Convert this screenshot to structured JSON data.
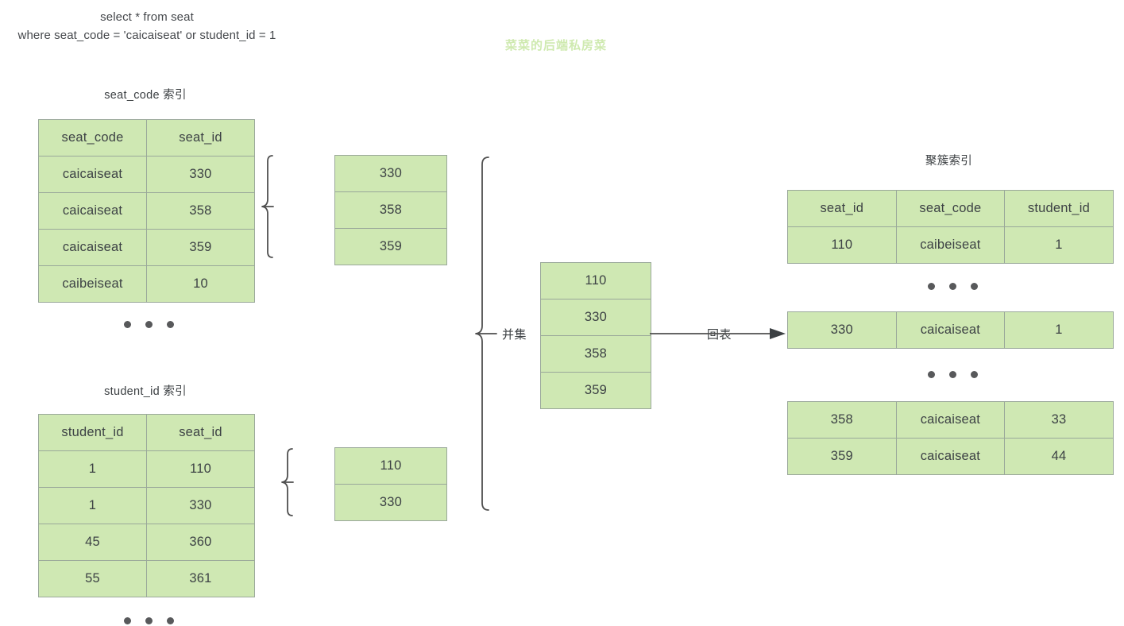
{
  "sql": {
    "line1": "select * from seat",
    "line2": "where seat_code = 'caicaiseat' or student_id = 1"
  },
  "watermark": "菜菜的后端私房菜",
  "colors": {
    "cell_fill": "#cfe8b3",
    "cell_border": "#9aa89a",
    "text": "#3c4043",
    "watermark": "#cfeab0",
    "dot": "#58595b",
    "connector": "#5a5a5a"
  },
  "seat_code_index": {
    "title": "seat_code 索引",
    "headers": [
      "seat_code",
      "seat_id"
    ],
    "rows": [
      [
        "caicaiseat",
        "330"
      ],
      [
        "caicaiseat",
        "358"
      ],
      [
        "caicaiseat",
        "359"
      ],
      [
        "caibeiseat",
        "10"
      ]
    ],
    "more": "• • •"
  },
  "student_id_index": {
    "title": "student_id 索引",
    "headers": [
      "student_id",
      "seat_id"
    ],
    "rows": [
      [
        "1",
        "110"
      ],
      [
        "1",
        "330"
      ],
      [
        "45",
        "360"
      ],
      [
        "55",
        "361"
      ]
    ],
    "more": "• • •"
  },
  "seat_code_result": {
    "values": [
      "330",
      "358",
      "359"
    ]
  },
  "student_id_result": {
    "values": [
      "110",
      "330"
    ]
  },
  "union": {
    "label": "并集",
    "values": [
      "110",
      "330",
      "358",
      "359"
    ]
  },
  "lookup": {
    "label": "回表"
  },
  "clustered_index": {
    "title": "聚簇索引",
    "headers": [
      "seat_id",
      "seat_code",
      "student_id"
    ],
    "block1": [
      [
        "110",
        "caibeiseat",
        "1"
      ]
    ],
    "gap1": "• • •",
    "block2": [
      [
        "330",
        "caicaiseat",
        "1"
      ]
    ],
    "gap2": "• • •",
    "block3": [
      [
        "358",
        "caicaiseat",
        "33"
      ],
      [
        "359",
        "caicaiseat",
        "44"
      ]
    ]
  }
}
